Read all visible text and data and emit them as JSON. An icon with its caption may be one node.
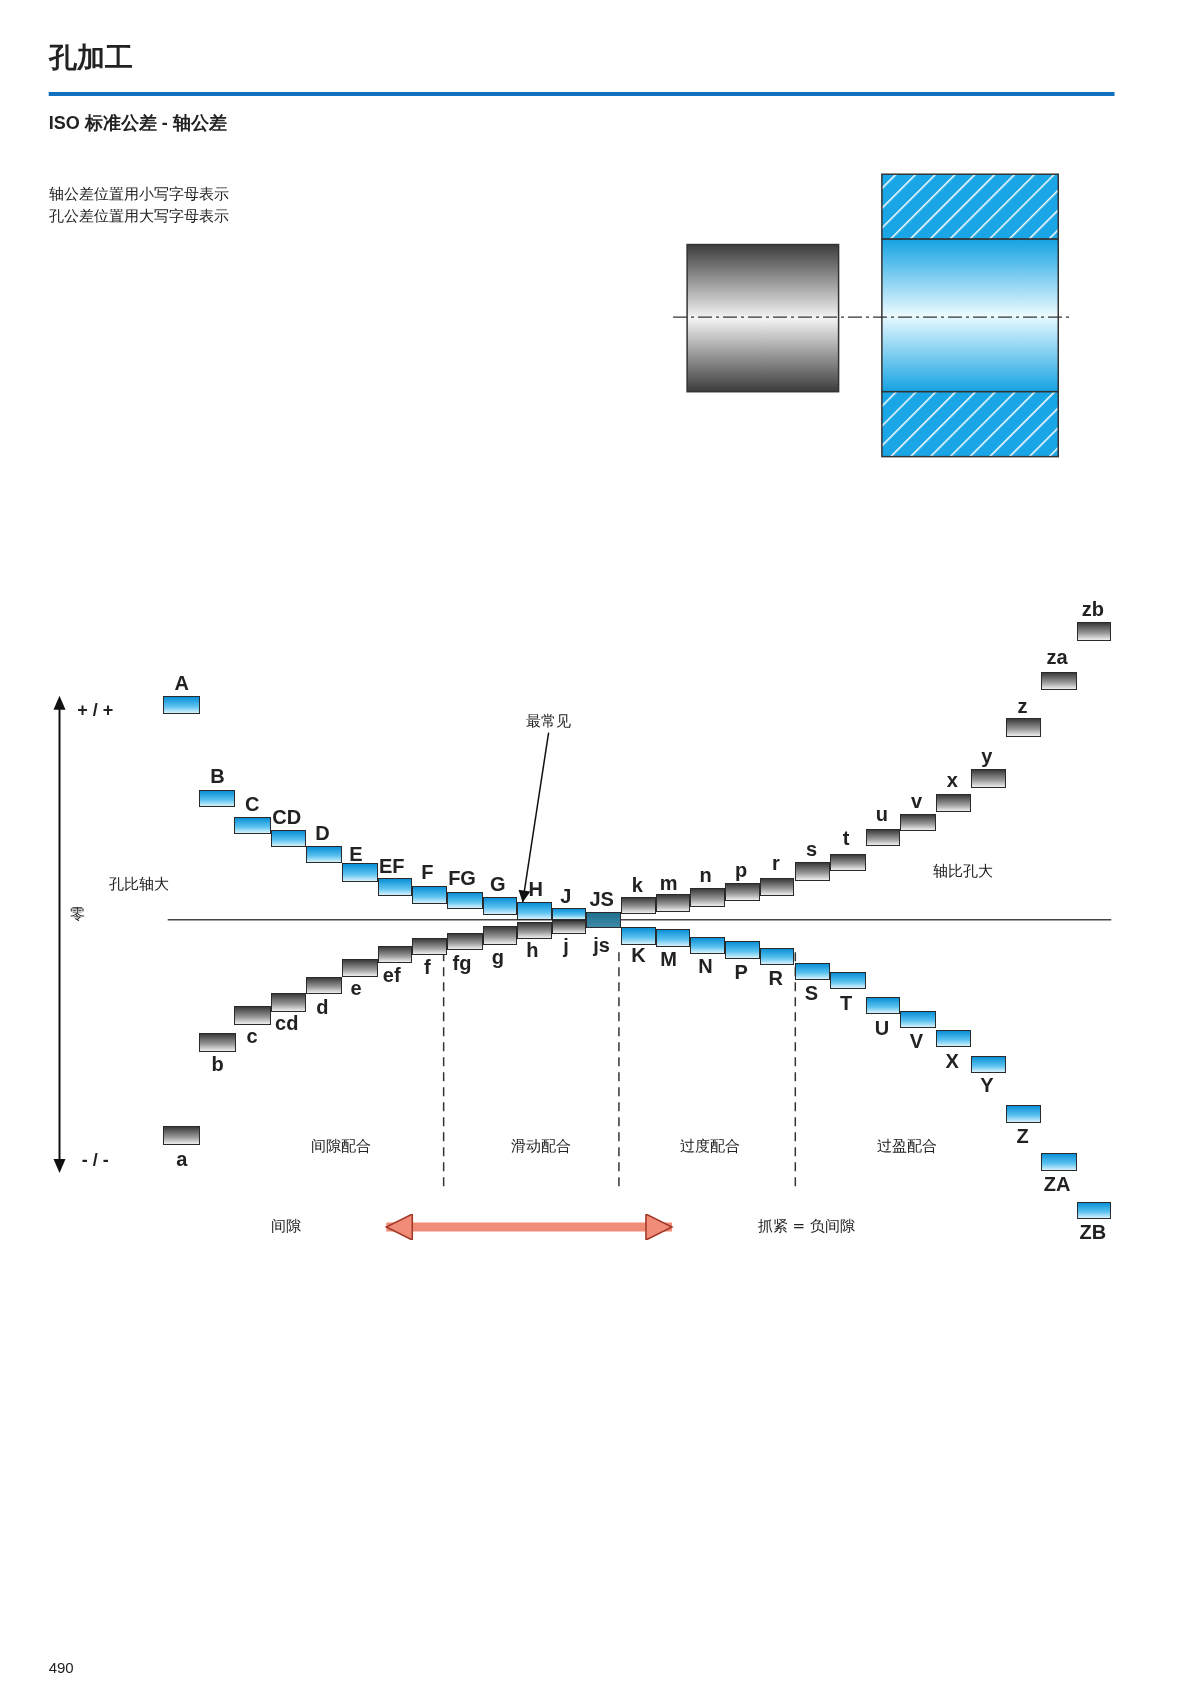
{
  "diagram": {
    "title": "孔加工",
    "nodes": [
      {
        "text": [
          "最常见"
        ]
      },
      {
        "text": [],
        "shape": "box",
        "beside": [
          "A"
        ]
      },
      {
        "text": [],
        "shape": "box",
        "beside": [
          "B"
        ]
      },
      {
        "text": [],
        "shape": "box",
        "beside": [
          "C"
        ]
      },
      {
        "text": [],
        "shape": "box",
        "beside": [
          "CD"
        ]
      },
      {
        "text": [],
        "shape": "box",
        "beside": [
          "D"
        ]
      },
      {
        "text": [],
        "shape": "box",
        "beside": [
          "E"
        ]
      },
      {
        "text": [],
        "shape": "box",
        "beside": [
          "EF"
        ]
      },
      {
        "text": [],
        "shape": "box",
        "beside": [
          "F"
        ]
      },
      {
        "text": [],
        "shape": "box",
        "beside": [
          "FG"
        ]
      },
      {
        "text": [],
        "shape": "box",
        "beside": [
          "G"
        ]
      },
      {
        "text": [],
        "shape": "box",
        "beside": [
          "H"
        ]
      },
      {
        "text": [],
        "shape": "box",
        "beside": [
          "J"
        ]
      },
      {
        "text": [],
        "shape": "box",
        "beside": [
          "JS",
          "js"
        ]
      },
      {
        "text": [],
        "shape": "box",
        "beside": [
          "K"
        ]
      },
      {
        "text": [],
        "shape": "box",
        "beside": [
          "M"
        ]
      },
      {
        "text": [],
        "shape": "box",
        "beside": [
          "N"
        ]
      },
      {
        "text": [],
        "shape": "box",
        "beside": [
          "P"
        ]
      },
      {
        "text": [],
        "shape": "box",
        "beside": [
          "R"
        ]
      },
      {
        "text": [],
        "shape": "box",
        "beside": [
          "S"
        ]
      },
      {
        "text": [],
        "shape": "box",
        "beside": [
          "T"
        ]
      },
      {
        "text": [],
        "shape": "box",
        "beside": [
          "U"
        ]
      },
      {
        "text": [],
        "shape": "box",
        "beside": [
          "V"
        ]
      },
      {
        "text": [],
        "shape": "box",
        "beside": [
          "X"
        ]
      },
      {
        "text": [],
        "shape": "box",
        "beside": [
          "Y"
        ]
      },
      {
        "text": [],
        "shape": "box",
        "beside": [
          "Z"
        ]
      },
      {
        "text": [],
        "shape": "box",
        "beside": [
          "ZA"
        ]
      },
      {
        "text": [],
        "shape": "box",
        "beside": [
          "ZB"
        ]
      },
      {
        "text": [],
        "shape": "box",
        "beside": [
          "a"
        ]
      },
      {
        "text": [],
        "shape": "box",
        "beside": [
          "b"
        ]
      },
      {
        "text": [],
        "shape": "box",
        "beside": [
          "c"
        ]
      },
      {
        "text": [],
        "shape": "box",
        "beside": [
          "cd"
        ]
      },
      {
        "text": [],
        "shape": "box",
        "beside": [
          "d"
        ]
      },
      {
        "text": [],
        "shape": "box",
        "beside": [
          "e"
        ]
      },
      {
        "text": [],
        "shape": "box",
        "beside": [
          "ef"
        ]
      },
      {
        "text": [],
        "shape": "box",
        "beside": [
          "f"
        ]
      },
      {
        "text": [],
        "shape": "box",
        "beside": [
          "fg"
        ]
      },
      {
        "text": [],
        "shape": "box",
        "beside": [
          "g"
        ]
      },
      {
        "text": [],
        "shape": "box",
        "beside": [
          "h"
        ]
      },
      {
        "text": [],
        "shape": "box",
        "beside": [
          "j"
        ]
      },
      {
        "text": [],
        "shape": "box",
        "beside": [
          "k"
        ]
      },
      {
        "text": [],
        "shape": "box",
        "beside": [
          "m"
        ]
      },
      {
        "text": [],
        "shape": "box",
        "beside": [
          "n"
        ]
      },
      {
        "text": [],
        "shape": "box",
        "beside": [
          "p"
        ]
      },
      {
        "text": [],
        "shape": "box",
        "beside": [
          "r"
        ]
      },
      {
        "text": [],
        "shape": "box",
        "beside": [
          "s"
        ]
      },
      {
        "text": [],
        "shape": "box",
        "beside": [
          "t"
        ]
      },
      {
        "text": [],
        "shape": "box",
        "beside": [
          "u"
        ]
      },
      {
        "text": [],
        "shape": "box",
        "beside": [
          "v"
        ]
      },
      {
        "text": [],
        "shape": "box",
        "beside": [
          "x"
        ]
      },
      {
        "text": [],
        "shape": "box",
        "beside": [
          "y"
        ]
      },
      {
        "text": [],
        "shape": "box",
        "beside": [
          "z"
        ]
      },
      {
        "text": [],
        "shape": "box",
        "beside": [
          "za"
        ]
      },
      {
        "text": [],
        "shape": "box",
        "beside": [
          "zb"
        ]
      },
      {
        "text": [
          "间隙"
        ]
      },
      {
        "text": [
          "抓紧 = 负间隙"
        ]
      }
    ],
    "edges": [
      {
        "from": 0,
        "to": 11,
        "arrow": "to"
      },
      {
        "from": 54,
        "to": 55,
        "arrow": "both",
        "style": "thick",
        "color": "#f08c78"
      }
    ],
    "labels": [
      "ISO 标准公差 - 轴公差",
      "轴公差位置用小写字母表示",
      "孔公差位置用大写字母表示",
      "+ / +",
      "孔比轴大",
      "零",
      "轴比孔大",
      "间隙配合",
      "滑动配合",
      "过度配合",
      "过盈配合",
      "- / -",
      "490"
    ]
  }
}
